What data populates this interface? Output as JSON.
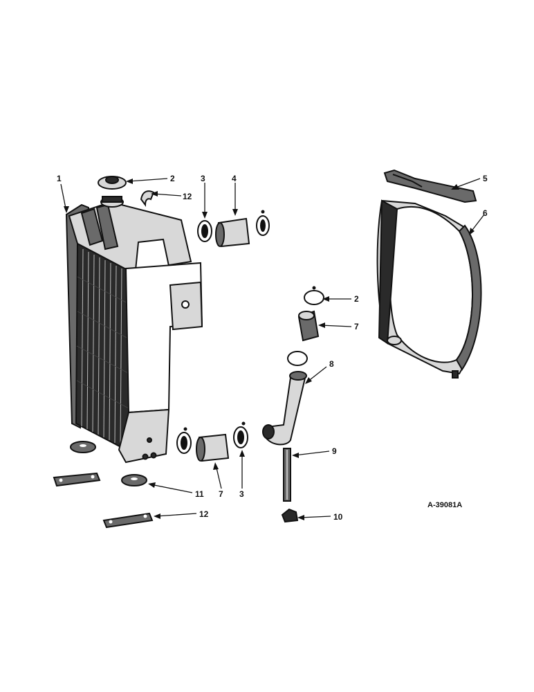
{
  "diagram": {
    "reference_code": "A-39081A",
    "callouts": [
      {
        "id": "c1",
        "label": "1"
      },
      {
        "id": "c2a",
        "label": "2"
      },
      {
        "id": "c3a",
        "label": "3"
      },
      {
        "id": "c4",
        "label": "4"
      },
      {
        "id": "c12a",
        "label": "12"
      },
      {
        "id": "c5",
        "label": "5"
      },
      {
        "id": "c6",
        "label": "6"
      },
      {
        "id": "c2b",
        "label": "2"
      },
      {
        "id": "c7a",
        "label": "7"
      },
      {
        "id": "c8",
        "label": "8"
      },
      {
        "id": "c9",
        "label": "9"
      },
      {
        "id": "c10",
        "label": "10"
      },
      {
        "id": "c11",
        "label": "11"
      },
      {
        "id": "c7b",
        "label": "7"
      },
      {
        "id": "c3b",
        "label": "3"
      },
      {
        "id": "c12b",
        "label": "12"
      }
    ]
  }
}
